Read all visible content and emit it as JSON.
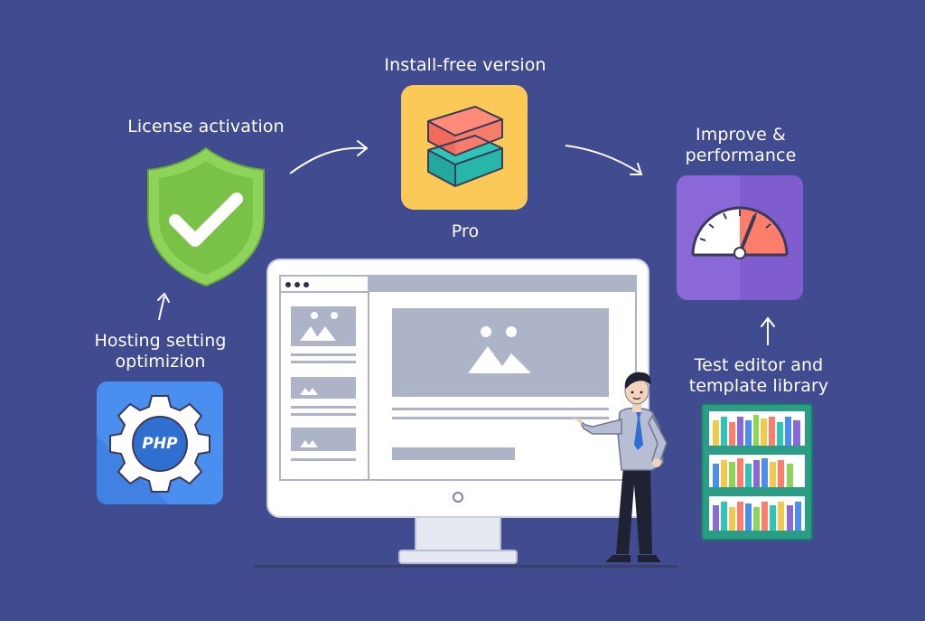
{
  "labels": {
    "install_free": "Install-free version",
    "license": "License activation",
    "improve_line1": "Improve &",
    "improve_line2": "performance",
    "pro": "Pro",
    "hosting_line1": "Hosting setting",
    "hosting_line2": "optimizion",
    "test_line1": "Test editor and",
    "test_line2": "template library",
    "php": "PHP"
  },
  "icons": [
    "shield-check-icon",
    "stacked-blocks-icon",
    "gauge-icon",
    "php-gear-icon",
    "bookshelf-icon",
    "monitor-illustration",
    "presenter-person"
  ],
  "colors": {
    "background": "#404b90",
    "shield": "#8ed35a",
    "blocks_tile": "#f9c44e",
    "gauge_tile": "#8b68d8",
    "php_tile": "#4a8ef0",
    "bookshelf": "#2a9d85"
  }
}
